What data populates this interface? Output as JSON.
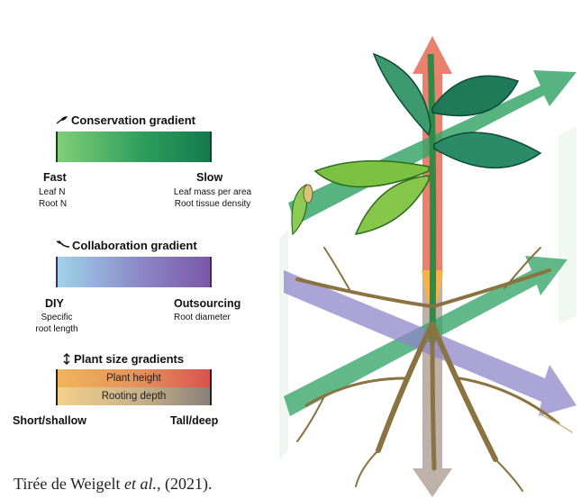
{
  "conservation": {
    "title": "Conservation gradient",
    "left_title": "Fast",
    "left_items": [
      "Leaf N",
      "Root N"
    ],
    "right_title": "Slow",
    "right_items": [
      "Leaf mass per area",
      "Root tissue density"
    ],
    "colors": [
      "#7fcf78",
      "#157a4e"
    ]
  },
  "collaboration": {
    "title": "Collaboration gradient",
    "left_title": "DIY",
    "left_items": [
      "Specific",
      "root length"
    ],
    "right_title": "Outsourcing",
    "right_items": [
      "Root diameter"
    ],
    "colors": [
      "#9fd3ea",
      "#7b58a8"
    ]
  },
  "size": {
    "title": "Plant size gradients",
    "row1": "Plant height",
    "row2": "Rooting depth",
    "left_title": "Short/shallow",
    "right_title": "Tall/deep"
  },
  "caption": {
    "text_before": "Tirée de Weigelt ",
    "text_italic": "et al.,",
    "text_after": " (2021)."
  },
  "icons": [
    "leaf-icon",
    "fungus-icon",
    "double-arrow-icon"
  ]
}
